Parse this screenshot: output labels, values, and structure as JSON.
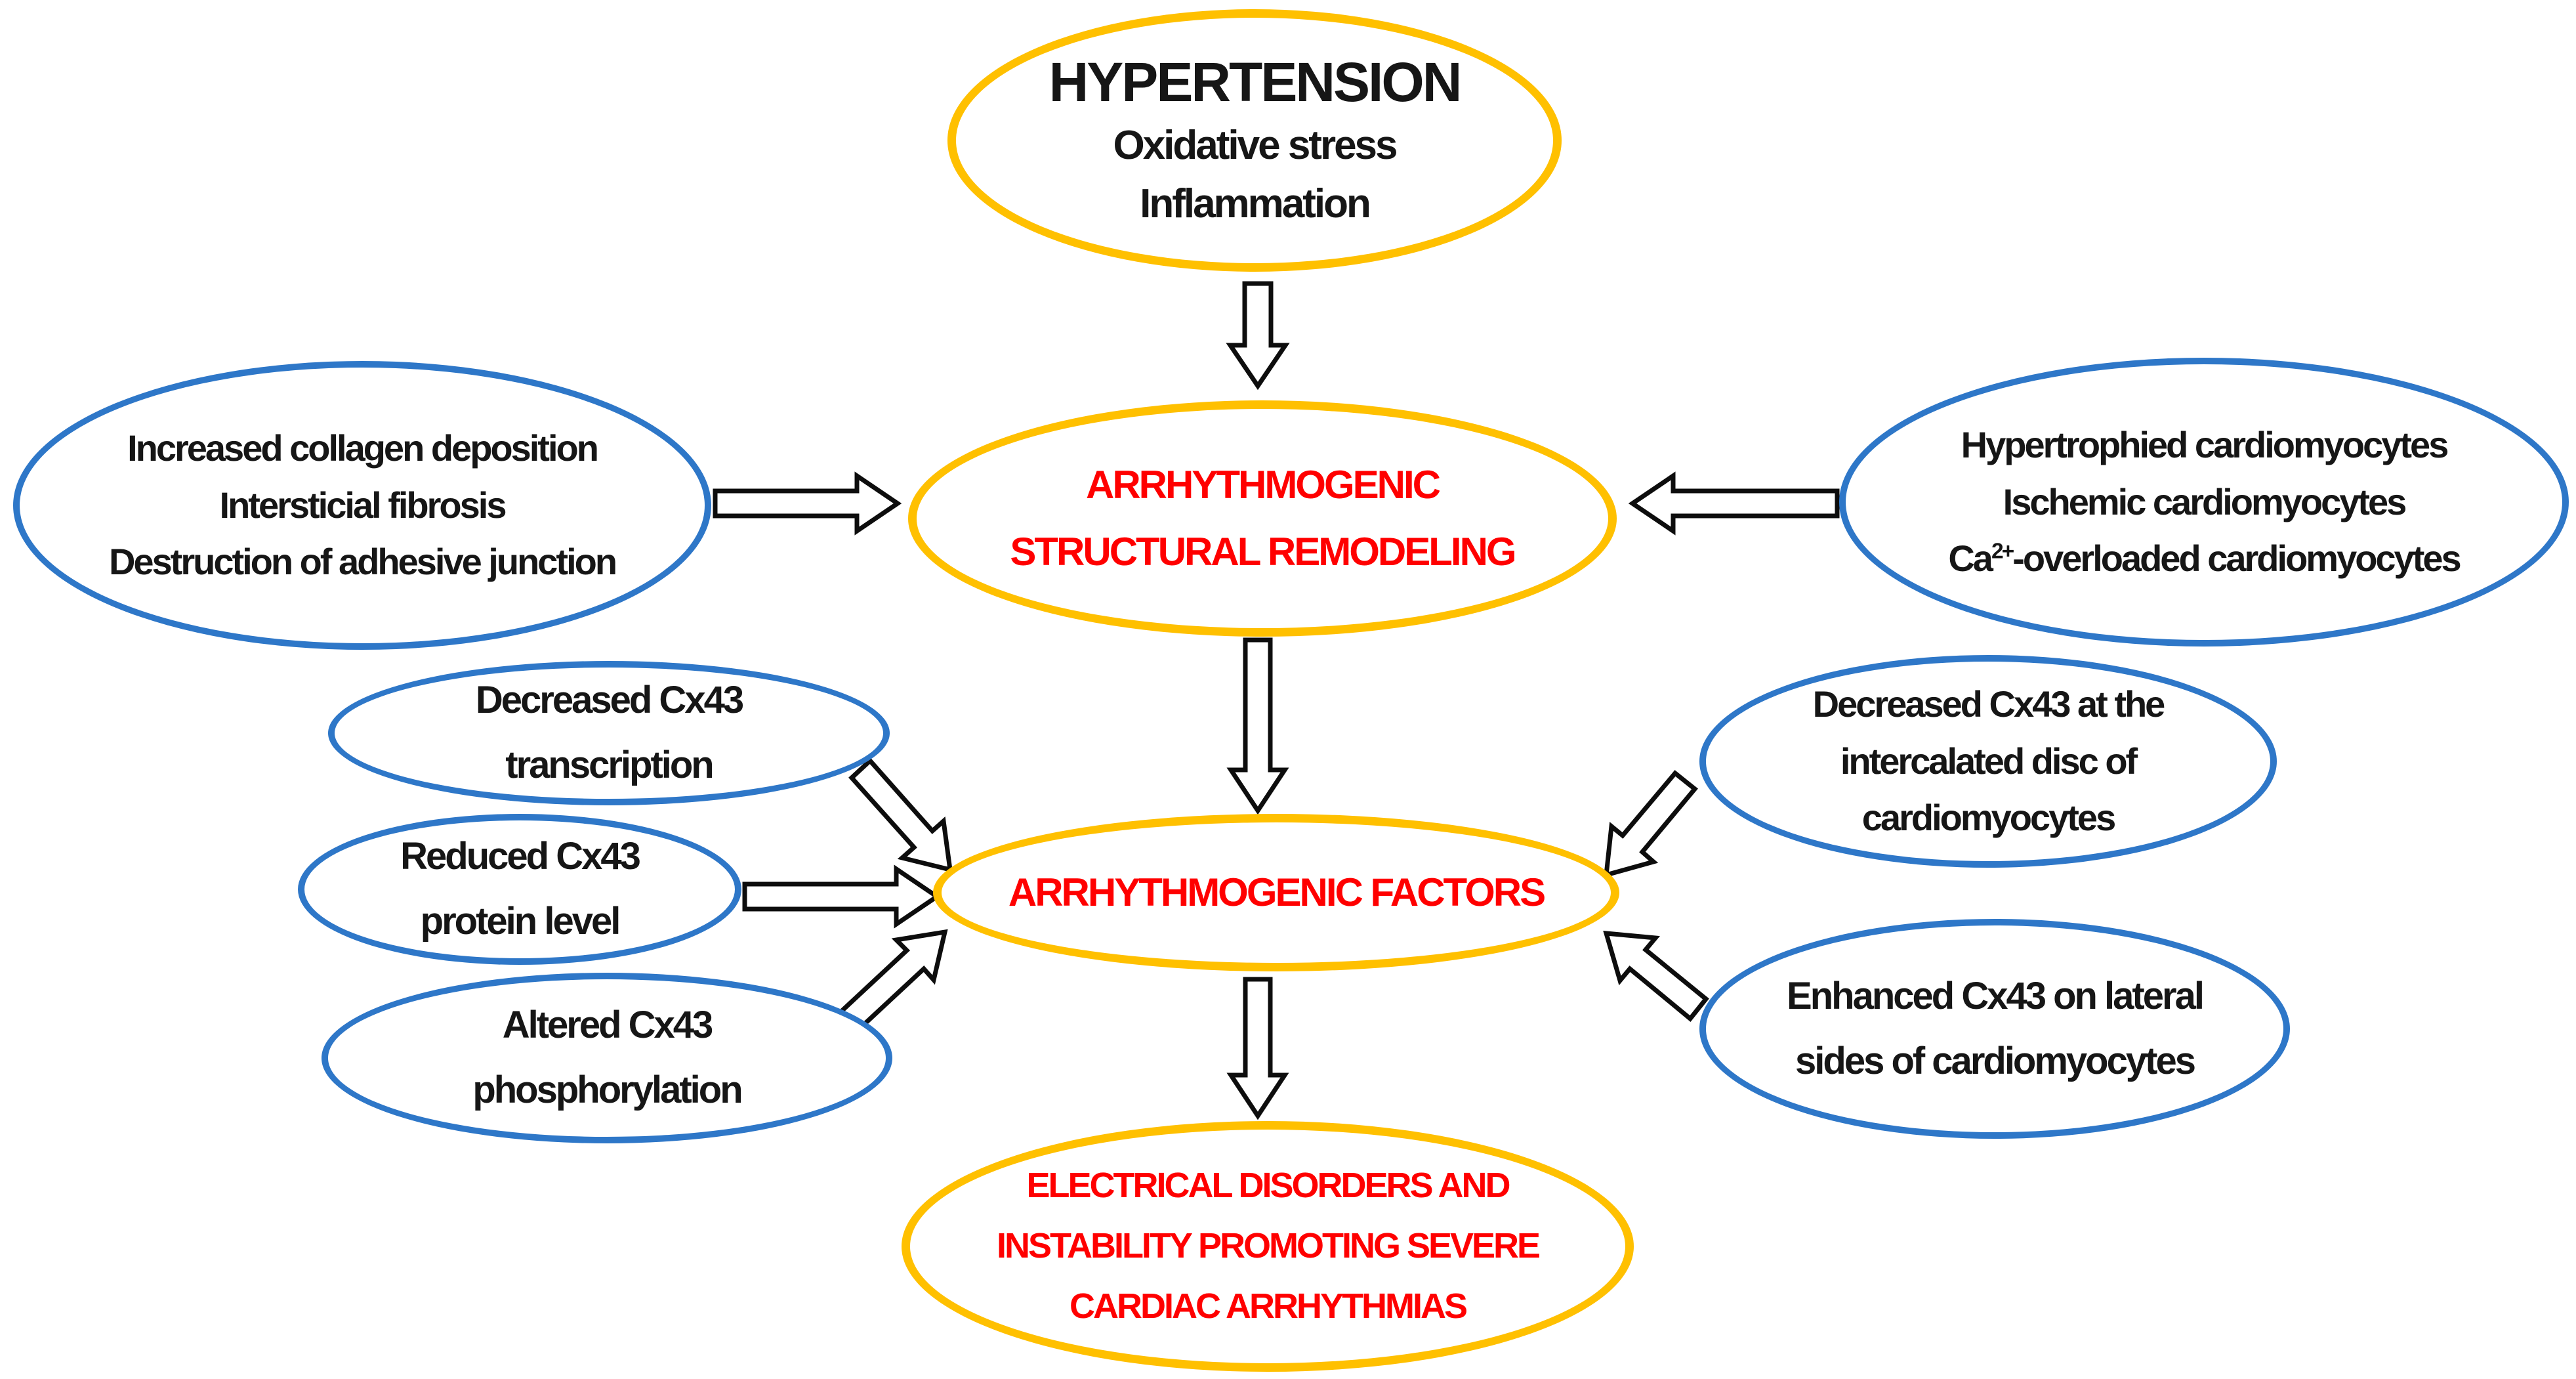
{
  "colors": {
    "gold_border": "#FFC000",
    "blue_border": "#2E77C8",
    "red_text": "#FF0000",
    "black_text": "#161616",
    "arrow_fill": "#FFFFFF",
    "arrow_stroke": "#0D0D0D",
    "background": "#FFFFFF"
  },
  "nodes": {
    "hypertension": {
      "title": "HYPERTENSION",
      "line1": "Oxidative stress",
      "line2": "Inflammation"
    },
    "structural": {
      "line1": "ARRHYTHMOGENIC",
      "line2": "STRUCTURAL REMODELING"
    },
    "collagen": {
      "line1": "Increased collagen deposition",
      "line2": "Intersticial fibrosis",
      "line3": "Destruction of adhesive junction"
    },
    "cardiomyocytes": {
      "line1": "Hypertrophied cardiomyocytes",
      "line2": "Ischemic cardiomyocytes",
      "line3_pre": "Ca",
      "line3_sup": "2+",
      "line3_post": "-overloaded cardiomyocytes"
    },
    "transcription": {
      "line1": "Decreased Cx43",
      "line2": "transcription"
    },
    "protein": {
      "line1": "Reduced Cx43",
      "line2": "protein level"
    },
    "phosphorylation": {
      "line1": "Altered Cx43",
      "line2": "phosphorylation"
    },
    "factors": {
      "label": "ARRHYTHMOGENIC FACTORS"
    },
    "intercalated": {
      "line1": "Decreased Cx43 at the",
      "line2": "intercalated disc of",
      "line3": "cardiomyocytes"
    },
    "lateral": {
      "line1": "Enhanced Cx43 on lateral",
      "line2": "sides of cardiomyocytes"
    },
    "outcome": {
      "line1": "ELECTRICAL DISORDERS AND",
      "line2": "INSTABILITY PROMOTING SEVERE",
      "line3": "CARDIAC ARRHYTHMIAS"
    }
  },
  "edges": [
    {
      "from": "hypertension",
      "to": "structural"
    },
    {
      "from": "collagen",
      "to": "structural"
    },
    {
      "from": "cardiomyocytes",
      "to": "structural"
    },
    {
      "from": "structural",
      "to": "factors"
    },
    {
      "from": "transcription",
      "to": "factors"
    },
    {
      "from": "protein",
      "to": "factors"
    },
    {
      "from": "phosphorylation",
      "to": "factors"
    },
    {
      "from": "intercalated",
      "to": "factors"
    },
    {
      "from": "lateral",
      "to": "factors"
    },
    {
      "from": "factors",
      "to": "outcome"
    }
  ]
}
